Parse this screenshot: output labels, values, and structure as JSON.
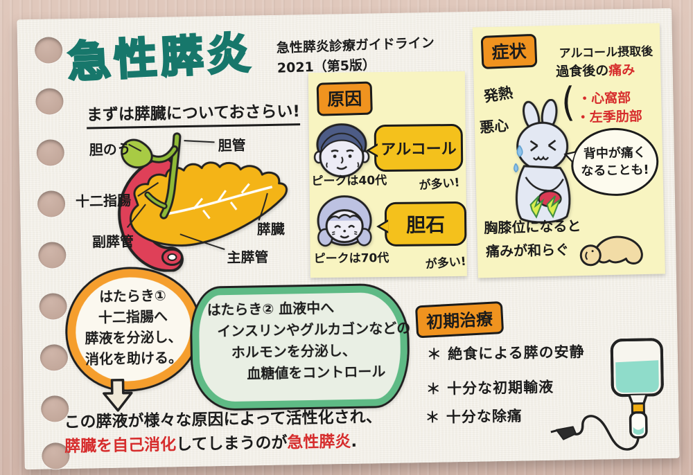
{
  "header": {
    "title": "急性膵炎",
    "guideline_line1": "急性膵炎診療ガイドライン",
    "guideline_line2": "2021（第5版）"
  },
  "intro": "まずは膵臓についておさらい!",
  "anatomy": {
    "gallbladder": "胆のう",
    "bile_duct": "胆管",
    "duodenum": "十二指腸",
    "accessory_duct": "副膵管",
    "pancreas": "膵臓",
    "main_duct": "主膵管"
  },
  "function1": {
    "heading": "はたらき①",
    "line1": "十二指腸へ",
    "line2": "膵液を分泌し、",
    "line3": "消化を助ける。"
  },
  "function2": {
    "line1": "はたらき② 血液中へ",
    "line2": "インスリンやグルカゴンなどの",
    "line3": "ホルモンを分泌し、",
    "line4": "血糖値をコントロール"
  },
  "summary": {
    "line1": "この膵液が様々な原因によって活性化され、",
    "red1": "膵臓を自己消化",
    "mid": "してしまうのが",
    "red2": "急性膵炎",
    "period": "."
  },
  "causes": {
    "label": "原因",
    "alcohol_bubble": "アルコール",
    "alcohol_peak": "ピークは40代",
    "alcohol_many": "が多い!",
    "gallstone_bubble": "胆石",
    "gallstone_peak": "ピークは70代",
    "gallstone_many": "が多い!"
  },
  "symptoms": {
    "label": "症状",
    "trigger1": "アルコール摂取後",
    "trigger2": "過食後の",
    "trigger2_red": "痛み",
    "paren": "(",
    "site1": "・心窩部",
    "site2": "・左季肋部",
    "fever": "発熱",
    "nausea": "悪心",
    "bubble_line1": "背中が痛く",
    "bubble_line2": "なることも!",
    "relief1": "胸膝位になると",
    "relief2": "痛みが和らぐ"
  },
  "treatment": {
    "label": "初期治療",
    "item1": "＊ 絶食による膵の安静",
    "item2": "＊ 十分な初期輸液",
    "item3": "＊ 十分な除痛"
  },
  "colors": {
    "desk": "#d9bfb3",
    "paper": "#f3f0e8",
    "sticky_yellow": "#f8f4c1",
    "label_orange": "#f0931f",
    "speech_bubble_yellow": "#f4c11c",
    "title_fill": "#f3ac62",
    "title_outline": "#17776b",
    "accent_red": "#d62c2c",
    "duodenum_red": "#df4058",
    "pancreas_yellow": "#f4b417",
    "gallbladder_green": "#a8cb44",
    "function_ring_orange": "#f59e2d",
    "function_ring_green": "#5eba85",
    "iv_fluid_teal": "#8fdcca"
  }
}
